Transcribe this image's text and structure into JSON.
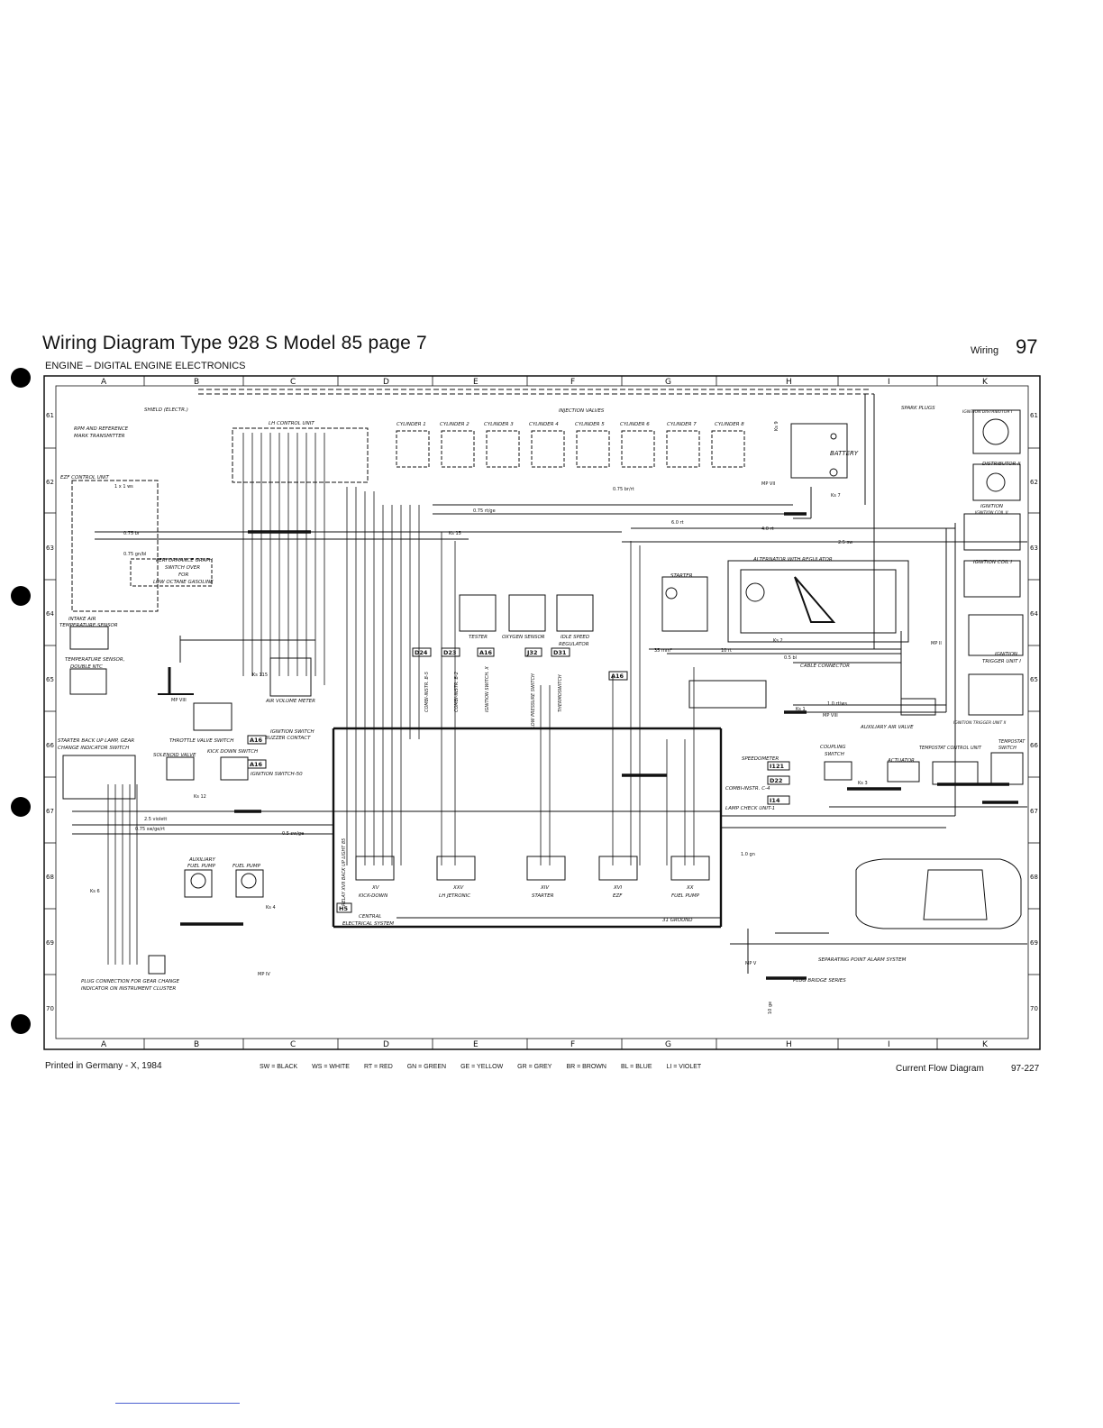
{
  "header": {
    "title": "Wiring Diagram Type 928 S Model 85 page 7",
    "subtitle": "ENGINE – DIGITAL ENGINE ELECTRONICS",
    "section": "Wiring",
    "page_number": "97"
  },
  "grid": {
    "columns": [
      "A",
      "B",
      "C",
      "D",
      "E",
      "F",
      "G",
      "H",
      "I",
      "K"
    ],
    "rows": [
      "61",
      "62",
      "63",
      "64",
      "65",
      "66",
      "67",
      "68",
      "69",
      "70"
    ]
  },
  "components": {
    "shield": "SHIELD (ELECTR.)",
    "rpm_transmitter": [
      "RPM AND REFERENCE",
      "MARK TRANSMITTER"
    ],
    "ezf_control_unit": "EZF CONTROL UNIT",
    "lh_control_unit": "LH CONTROL UNIT",
    "injection_valves": "INJECTION VALVES",
    "cylinders": [
      "CYLINDER 1",
      "CYLINDER 2",
      "CYLINDER 3",
      "CYLINDER 4",
      "CYLINDER 5",
      "CYLINDER 6",
      "CYLINDER 7",
      "CYLINDER 8"
    ],
    "battery": "BATTERY",
    "spark_plugs": "SPARK PLUGS",
    "distributor_1": "IGNITION DISTRIBUTOR I",
    "distributor_2": "DISTRIBUTOR II",
    "ignition_coil_2": [
      "IGNITION",
      "IGNITION COIL II"
    ],
    "ignition_coil_1": "IGNITION COIL I",
    "alternator": "ALTERNATOR WITH REGULATOR",
    "starter_top": "STARTER",
    "performance_switch": [
      "PERFORMANCE GRAPH",
      "SWITCH OVER",
      "FOR",
      "LOW OCTANE GASOLINE"
    ],
    "intake_sensor": [
      "INTAKE AIR",
      "TEMPERATURE SENSOR"
    ],
    "temp_sensor": [
      "TEMPERATURE SENSOR,",
      "DOUBLE NTC"
    ],
    "air_volume_meter": "AIR VOLUME METER",
    "throttle_switch": "THROTTLE VALVE SWITCH",
    "tester": "TESTER",
    "oxygen_sensor": "OXYGEN SENSOR",
    "idle_regulator": [
      "IDLE SPEED",
      "REGULATOR"
    ],
    "cable_connector": "CABLE CONNECTOR",
    "ignition_trigger_1": [
      "IGNITION",
      "TRIGGER UNIT I"
    ],
    "ignition_trigger_2": "IGNITION TRIGGER UNIT II",
    "aux_air_valve": "AUXILIARY AIR VALVE",
    "ignition_buzzer": [
      "IGNITION SWITCH",
      "BUZZER CONTACT"
    ],
    "ignition_switch_50": "IGNITION SWITCH-50",
    "starter_backup": [
      "STARTER BACK UP LAMP, GEAR",
      "CHANGE INDICATOR SWITCH"
    ],
    "solenoid_valve": "SOLENOID VALVE",
    "kick_down_switch": "KICK DOWN SWITCH",
    "aux_fuel_pump": [
      "AUXILIARY",
      "FUEL PUMP"
    ],
    "fuel_pump_main": "FUEL PUMP",
    "coupling_switch": [
      "COUPLING",
      "SWITCH"
    ],
    "actuator": "ACTUATOR",
    "tempostat_control": "TEMPOSTAT CONTROL UNIT",
    "tempostat_switch": [
      "TEMPOSTAT",
      "SWITCH"
    ],
    "speedometer": "SPEEDOMETER",
    "combi_instr": "COMBI-INSTR. C-4",
    "lamp_check": "LAMP CHECK UNIT-1",
    "relays": [
      "KICK-DOWN",
      "LH JETRONIC",
      "STARTER",
      "EZF",
      "FUEL PUMP"
    ],
    "relay_numbers": [
      "XV",
      "XXV",
      "XIV",
      "XVI",
      "XX"
    ],
    "central_system": [
      "CENTRAL",
      "ELECTRICAL SYSTEM"
    ],
    "ground_31": "31 GROUND",
    "separating_point": "SEPARATING POINT ALARM SYSTEM",
    "plug_bridge": "PLUG BRIDGE SERIES",
    "plug_connection": [
      "PLUG CONNECTION FOR GEAR CHANGE",
      "INDICATOR ON INSTRUMENT CLUSTER"
    ],
    "relay_backup": "RELAY XVII BACK UP LIGHT 85",
    "vert_labels": [
      "COMBI-INSTR. B-5",
      "COMBI-INSTR. B-2",
      "IGNITION SWITCH. X",
      "LOW PRESSURE SWITCH",
      "THERMOSWITCH"
    ]
  },
  "codes": {
    "boxes": [
      "D24",
      "D23",
      "A16",
      "J32",
      "D31",
      "A16",
      "A16",
      "A16",
      "H5",
      "I121",
      "D22",
      "I14"
    ],
    "ground_points": [
      "MP VII",
      "MP VIII",
      "MP II",
      "MP V",
      "MP IV",
      "MP VIII"
    ],
    "splices": [
      "Ks 15",
      "Ks 1",
      "Ks 2",
      "Ks 3",
      "Ks 4",
      "Ks 7",
      "Ks 6",
      "Ks 12",
      "Ks 115",
      "Ks 9"
    ]
  },
  "wires": [
    "0.75 br",
    "0.75 gn/bl",
    "1 x 1 ws",
    "2.5 sw",
    "4.0 rt",
    "35 mm²",
    "10 rt",
    "0.5 bl",
    "1.0 rt/ws",
    "0.75 br/rt",
    "0.75 rt/ge",
    "0.5 sw/ge",
    "2.5 violett",
    "0.75 sw/ge/rt",
    "1.0 gn",
    "6.0 rt",
    "10 ge"
  ],
  "footer": {
    "printed": "Printed in Germany - X, 1984",
    "legend": [
      "SW = BLACK",
      "WS = WHITE",
      "RT = RED",
      "GN = GREEN",
      "GE = YELLOW",
      "GR = GREY",
      "BR = BROWN",
      "BL = BLUE",
      "LI = VIOLET"
    ],
    "flow_label": "Current Flow Diagram",
    "doc_code": "97-227"
  }
}
